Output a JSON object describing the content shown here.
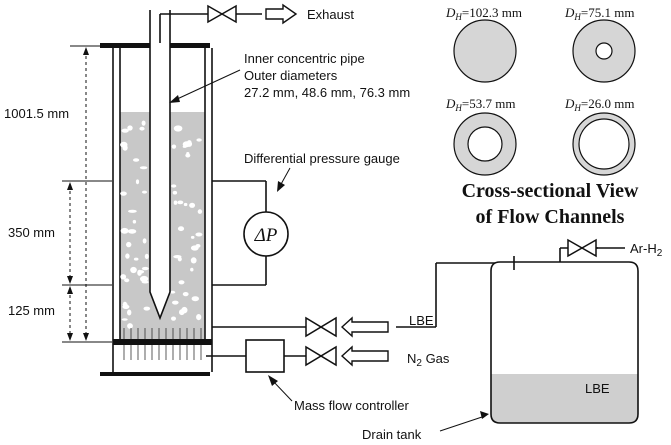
{
  "labels": {
    "exhaust": "Exhaust",
    "inner_pipe_title": "Inner concentric pipe",
    "outer_diameters_title": "Outer diameters",
    "outer_diameters_values": "27.2 mm, 48.6 mm, 76.3 mm",
    "height_total": "1001.5 mm",
    "height_mid": "350 mm",
    "height_low": "125 mm",
    "dp_gauge": "Differential pressure gauge",
    "dp_symbol": "ΔP",
    "lbe_line": "LBE",
    "n2_gas_prefix": "N",
    "n2_gas_sub": "2",
    "n2_gas_suffix": " Gas",
    "mfc": "Mass flow controller",
    "drain_tank": "Drain tank",
    "tank_lbe": "LBE",
    "argon_prefix": "Ar-H",
    "argon_sub": "2",
    "view_title_line1": "Cross-sectional View",
    "view_title_line2": "of Flow Channels"
  },
  "channels": [
    {
      "dh_symbol": "D",
      "dh_sub": "H",
      "value": "=102.3 mm"
    },
    {
      "dh_symbol": "D",
      "dh_sub": "H",
      "value": "=75.1 mm"
    },
    {
      "dh_symbol": "D",
      "dh_sub": "H",
      "value": "=53.7 mm"
    },
    {
      "dh_symbol": "D",
      "dh_sub": "H",
      "value": "=26.0 mm"
    }
  ],
  "colors": {
    "liquid": "#c8c8c8",
    "tank_liquid": "#cfcfcf",
    "annulus": "#d6d6d6",
    "line": "#111111"
  }
}
